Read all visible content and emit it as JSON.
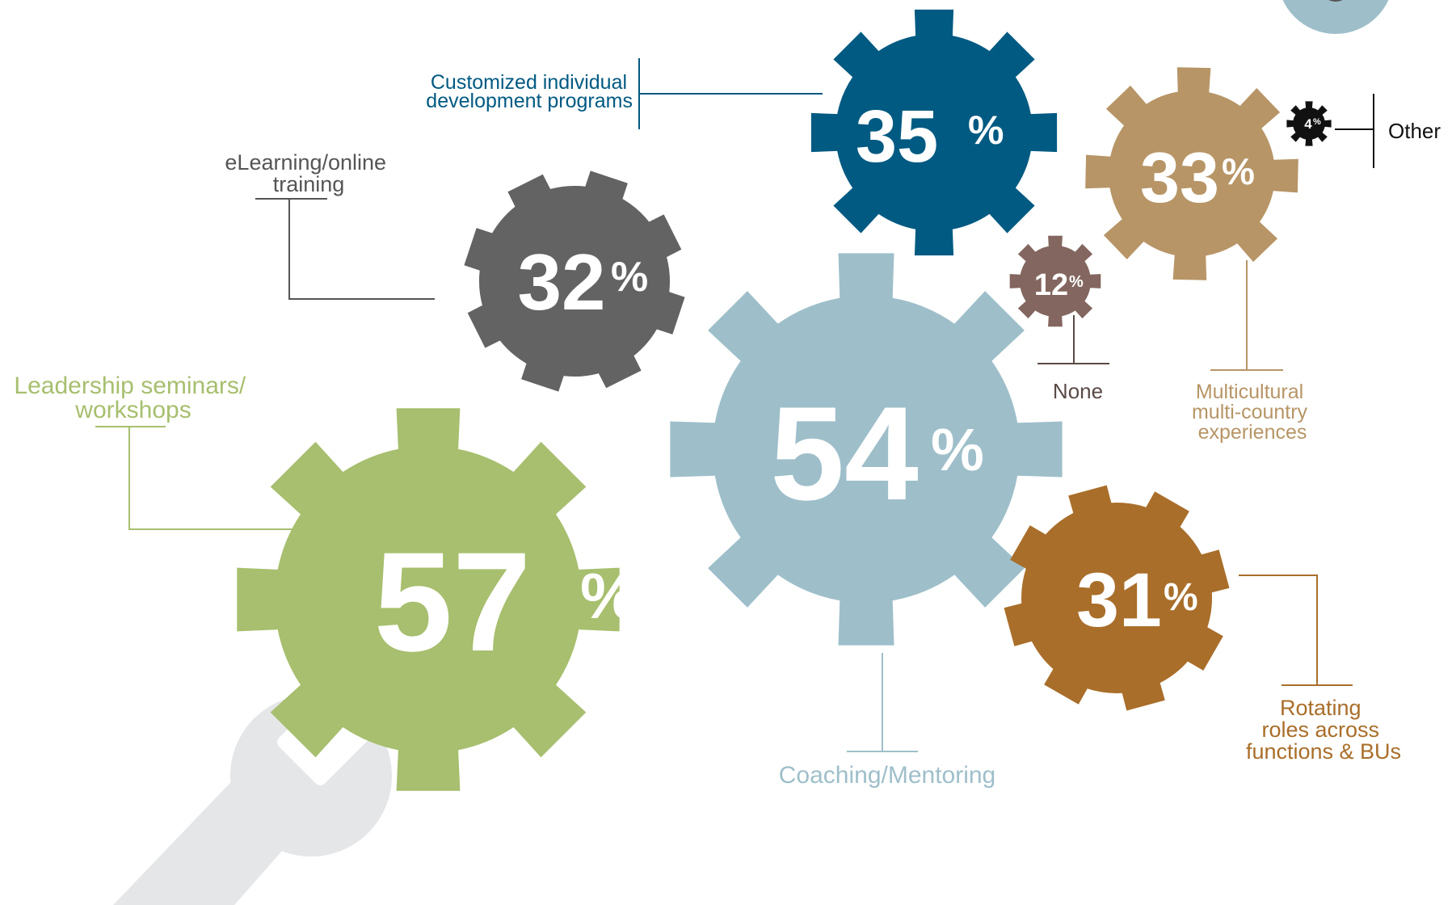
{
  "colors": {
    "green": "#a7bf6e",
    "light_blue": "#9ebfca",
    "dark_blue": "#005a82",
    "gray": "#636363",
    "tan": "#b79566",
    "brown": "#a96e2a",
    "mauve": "#83665f",
    "black": "#111111",
    "wrench": "#e5e6e8"
  },
  "items": [
    {
      "id": "leadership",
      "label_lines": [
        "Leadership seminars/",
        "workshops"
      ],
      "value": "57",
      "unit": "%",
      "color": "#a7bf6e",
      "label_color": "#a7bf6e"
    },
    {
      "id": "coaching",
      "label_lines": [
        "Coaching/Mentoring"
      ],
      "value": "54",
      "unit": "%",
      "color": "#9ebfca",
      "label_color": "#9ebfca"
    },
    {
      "id": "customized",
      "label_lines": [
        "Customized individual",
        "development programs"
      ],
      "value": "35",
      "unit": "%",
      "color": "#005a82",
      "label_color": "#005a82"
    },
    {
      "id": "multicultural",
      "label_lines": [
        "Multicultural",
        "multi-country",
        "experiences"
      ],
      "value": "33",
      "unit": "%",
      "color": "#b79566",
      "label_color": "#b79566"
    },
    {
      "id": "elearning",
      "label_lines": [
        "eLearning/online",
        "training"
      ],
      "value": "32",
      "unit": "%",
      "color": "#636363",
      "label_color": "#555555"
    },
    {
      "id": "rotating",
      "label_lines": [
        "Rotating",
        "roles across",
        "functions & BUs"
      ],
      "value": "31",
      "unit": "%",
      "color": "#a96e2a",
      "label_color": "#a96e2a"
    },
    {
      "id": "none",
      "label_lines": [
        "None"
      ],
      "value": "12",
      "unit": "%",
      "color": "#83665f",
      "label_color": "#5a4a45"
    },
    {
      "id": "other",
      "label_lines": [
        "Other"
      ],
      "value": "4",
      "unit": "%",
      "color": "#111111",
      "label_color": "#111111"
    }
  ]
}
